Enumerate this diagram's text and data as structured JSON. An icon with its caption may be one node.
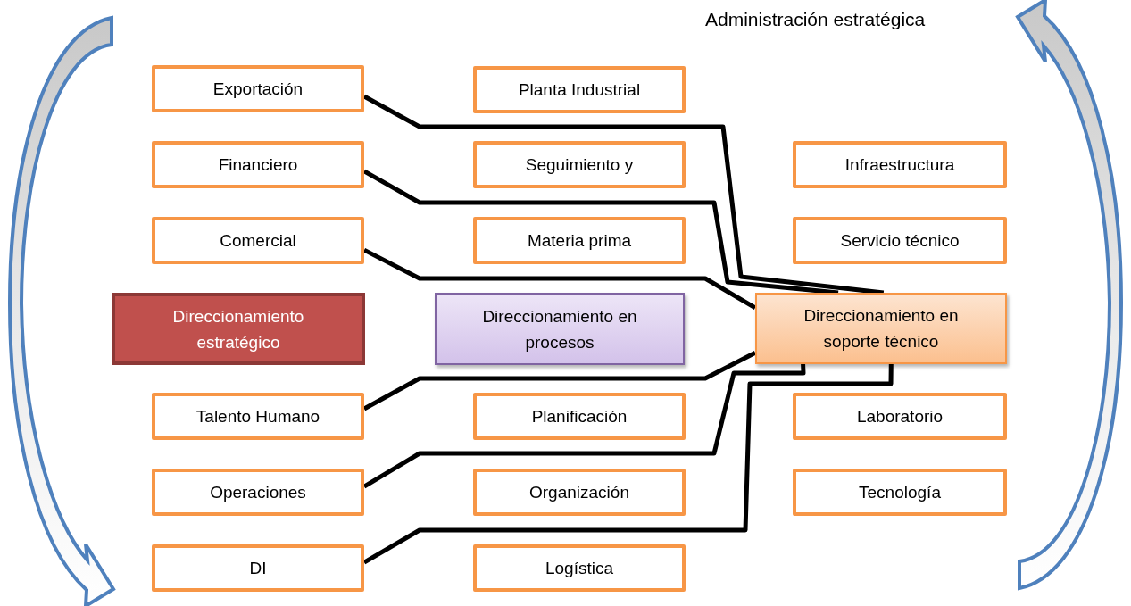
{
  "diagram": {
    "title": "Administración estratégica",
    "nodes": [
      {
        "text": [
          "Exportación"
        ]
      },
      {
        "text": [
          "Planta Industrial"
        ]
      },
      {
        "text": [
          "Financiero"
        ]
      },
      {
        "text": [
          "Seguimiento y"
        ]
      },
      {
        "text": [
          "Infraestructura"
        ]
      },
      {
        "text": [
          "Comercial"
        ]
      },
      {
        "text": [
          "Materia prima"
        ]
      },
      {
        "text": [
          "Servicio técnico"
        ]
      },
      {
        "text": [
          "Direccionamiento estratégico"
        ]
      },
      {
        "text": [
          "Direccionamiento en procesos"
        ]
      },
      {
        "text": [
          "Direccionamiento en soporte técnico"
        ]
      },
      {
        "text": [
          "Talento Humano"
        ]
      },
      {
        "text": [
          "Planificación"
        ]
      },
      {
        "text": [
          "Laboratorio"
        ]
      },
      {
        "text": [
          "Operaciones"
        ]
      },
      {
        "text": [
          "Organización"
        ]
      },
      {
        "text": [
          "Tecnología"
        ]
      },
      {
        "text": [
          "DI"
        ]
      },
      {
        "text": [
          "Logística"
        ]
      }
    ],
    "edges": [
      {
        "from": 0,
        "to": 10,
        "arrow": "none"
      },
      {
        "from": 2,
        "to": 10,
        "arrow": "none"
      },
      {
        "from": 5,
        "to": 10,
        "arrow": "none"
      },
      {
        "from": 11,
        "to": 10,
        "arrow": "none"
      },
      {
        "from": 14,
        "to": 10,
        "arrow": "none"
      },
      {
        "from": 17,
        "to": 10,
        "arrow": "none"
      }
    ]
  }
}
